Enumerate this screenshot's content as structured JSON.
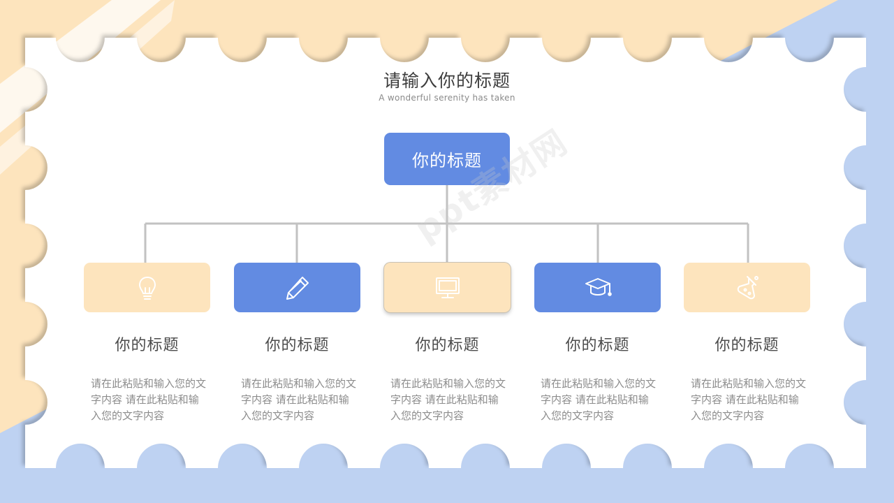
{
  "header": {
    "title": "请输入你的标题",
    "subtitle": "A wonderful serenity has taken"
  },
  "root": {
    "label": "你的标题"
  },
  "items": [
    {
      "icon": "lightbulb-icon",
      "title": "你的标题",
      "body": "请在此粘贴和输入您的文字内容 请在此粘贴和输入您的文字内容"
    },
    {
      "icon": "pencil-icon",
      "title": "你的标题",
      "body": "请在此粘贴和输入您的文字内容 请在此粘贴和输入您的文字内容"
    },
    {
      "icon": "monitor-icon",
      "title": "你的标题",
      "body": "请在此粘贴和输入您的文字内容 请在此粘贴和输入您的文字内容"
    },
    {
      "icon": "graduation-cap-icon",
      "title": "你的标题",
      "body": "请在此粘贴和输入您的文字内容 请在此粘贴和输入您的文字内容"
    },
    {
      "icon": "flask-icon",
      "title": "你的标题",
      "body": "请在此粘贴和输入您的文字内容 请在此粘贴和输入您的文字内容"
    }
  ],
  "watermark": "ppt素材网",
  "colors": {
    "peach": "#fde4bd",
    "blue": "#628be2",
    "light_blue": "#bed2f2",
    "connector": "#c2c2c2"
  }
}
